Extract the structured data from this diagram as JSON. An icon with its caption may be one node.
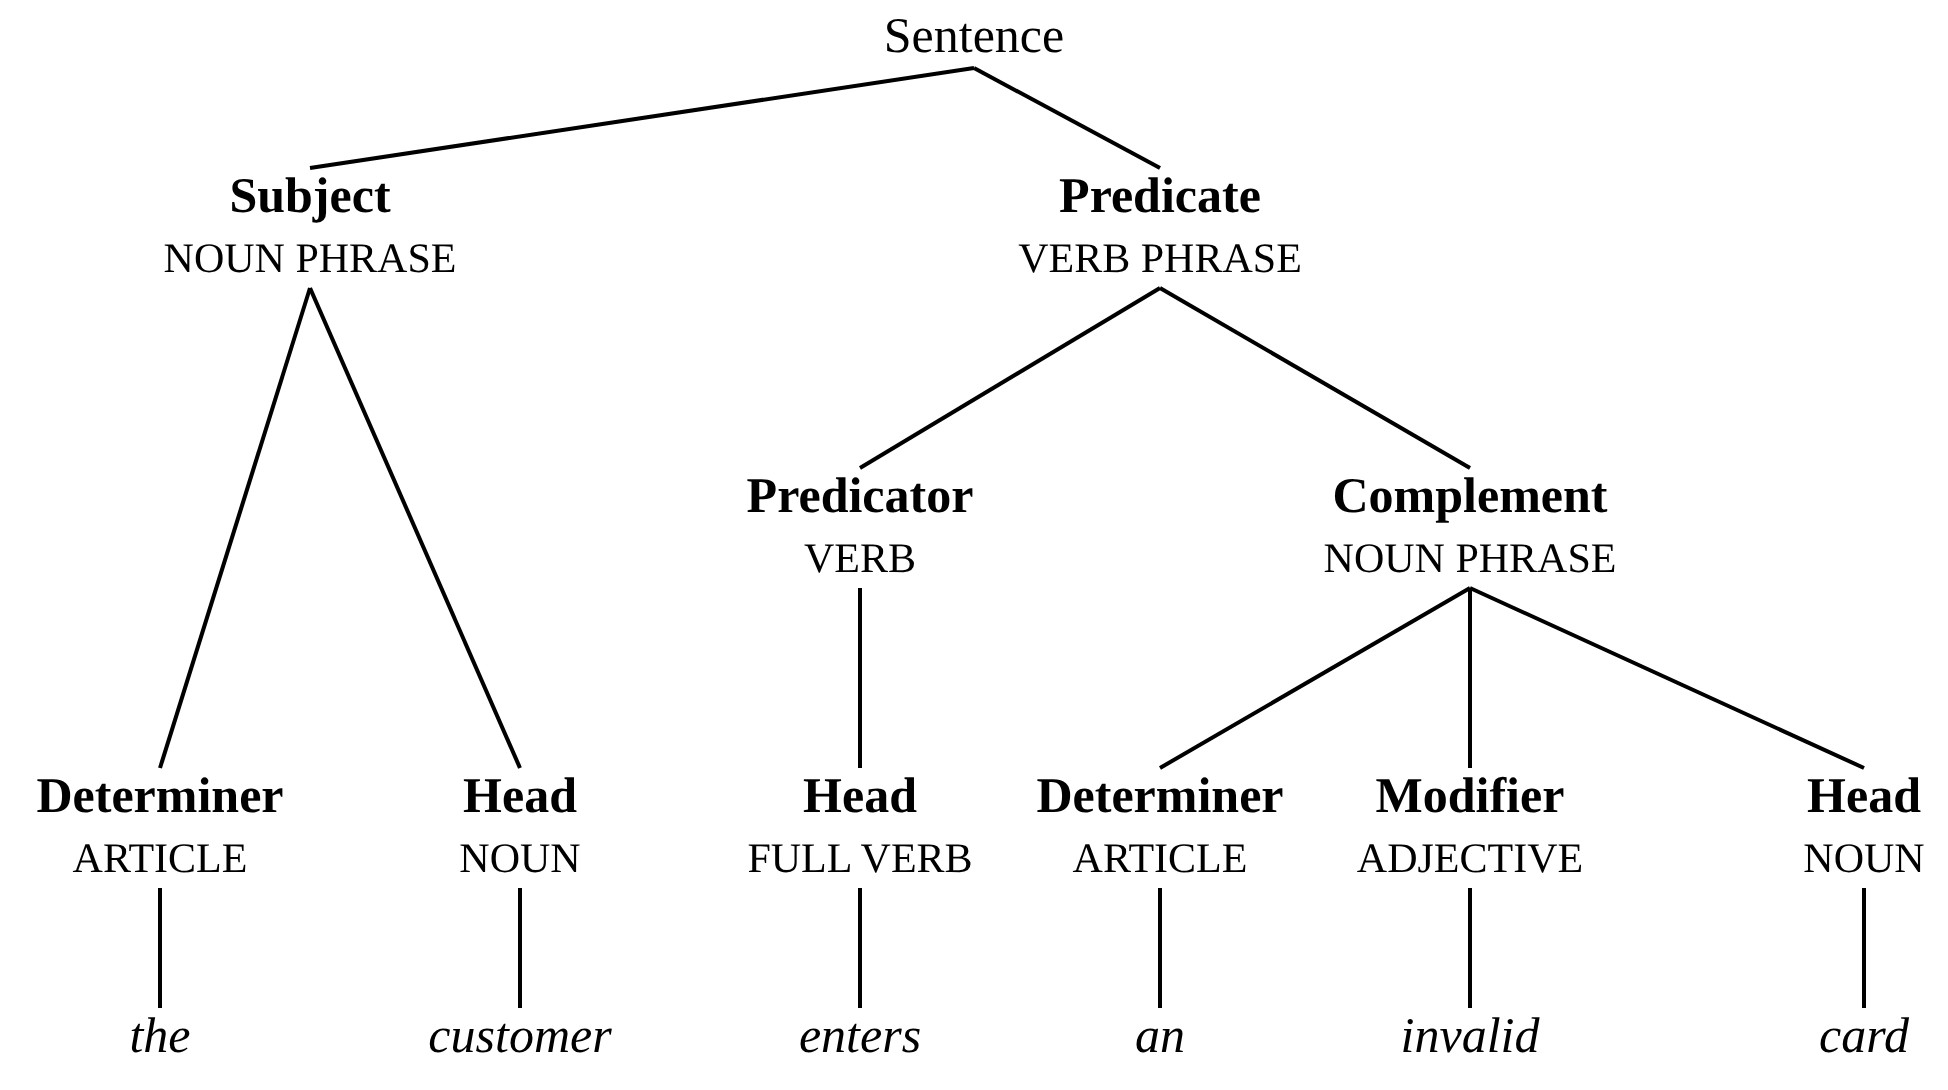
{
  "diagram": {
    "nodes": [
      {
        "text": [
          "Sentence"
        ]
      },
      {
        "text": [
          "Subject",
          "NOUN PHRASE"
        ]
      },
      {
        "text": [
          "Predicate",
          "VERB PHRASE"
        ]
      },
      {
        "text": [
          "Predicator",
          "VERB"
        ]
      },
      {
        "text": [
          "Complement",
          "NOUN PHRASE"
        ]
      },
      {
        "text": [
          "Determiner",
          "ARTICLE"
        ]
      },
      {
        "text": [
          "Head",
          "NOUN"
        ]
      },
      {
        "text": [
          "Head",
          "FULL VERB"
        ]
      },
      {
        "text": [
          "Determiner",
          "ARTICLE"
        ]
      },
      {
        "text": [
          "Modifier",
          "ADJECTIVE"
        ]
      },
      {
        "text": [
          "Head",
          "NOUN"
        ]
      },
      {
        "text": [
          "the"
        ]
      },
      {
        "text": [
          "customer"
        ]
      },
      {
        "text": [
          "enters"
        ]
      },
      {
        "text": [
          "an"
        ]
      },
      {
        "text": [
          "invalid"
        ]
      },
      {
        "text": [
          "card"
        ]
      }
    ],
    "edges": [
      {
        "from": 0,
        "to": 1,
        "arrow": "none"
      },
      {
        "from": 0,
        "to": 2,
        "arrow": "none"
      },
      {
        "from": 1,
        "to": 5,
        "arrow": "none"
      },
      {
        "from": 1,
        "to": 6,
        "arrow": "none"
      },
      {
        "from": 2,
        "to": 3,
        "arrow": "none"
      },
      {
        "from": 2,
        "to": 4,
        "arrow": "none"
      },
      {
        "from": 3,
        "to": 7,
        "arrow": "none"
      },
      {
        "from": 4,
        "to": 8,
        "arrow": "none"
      },
      {
        "from": 4,
        "to": 9,
        "arrow": "none"
      },
      {
        "from": 4,
        "to": 10,
        "arrow": "none"
      },
      {
        "from": 5,
        "to": 11,
        "arrow": "none"
      },
      {
        "from": 6,
        "to": 12,
        "arrow": "none"
      },
      {
        "from": 7,
        "to": 13,
        "arrow": "none"
      },
      {
        "from": 8,
        "to": 14,
        "arrow": "none"
      },
      {
        "from": 9,
        "to": 15,
        "arrow": "none"
      },
      {
        "from": 10,
        "to": 16,
        "arrow": "none"
      }
    ]
  }
}
